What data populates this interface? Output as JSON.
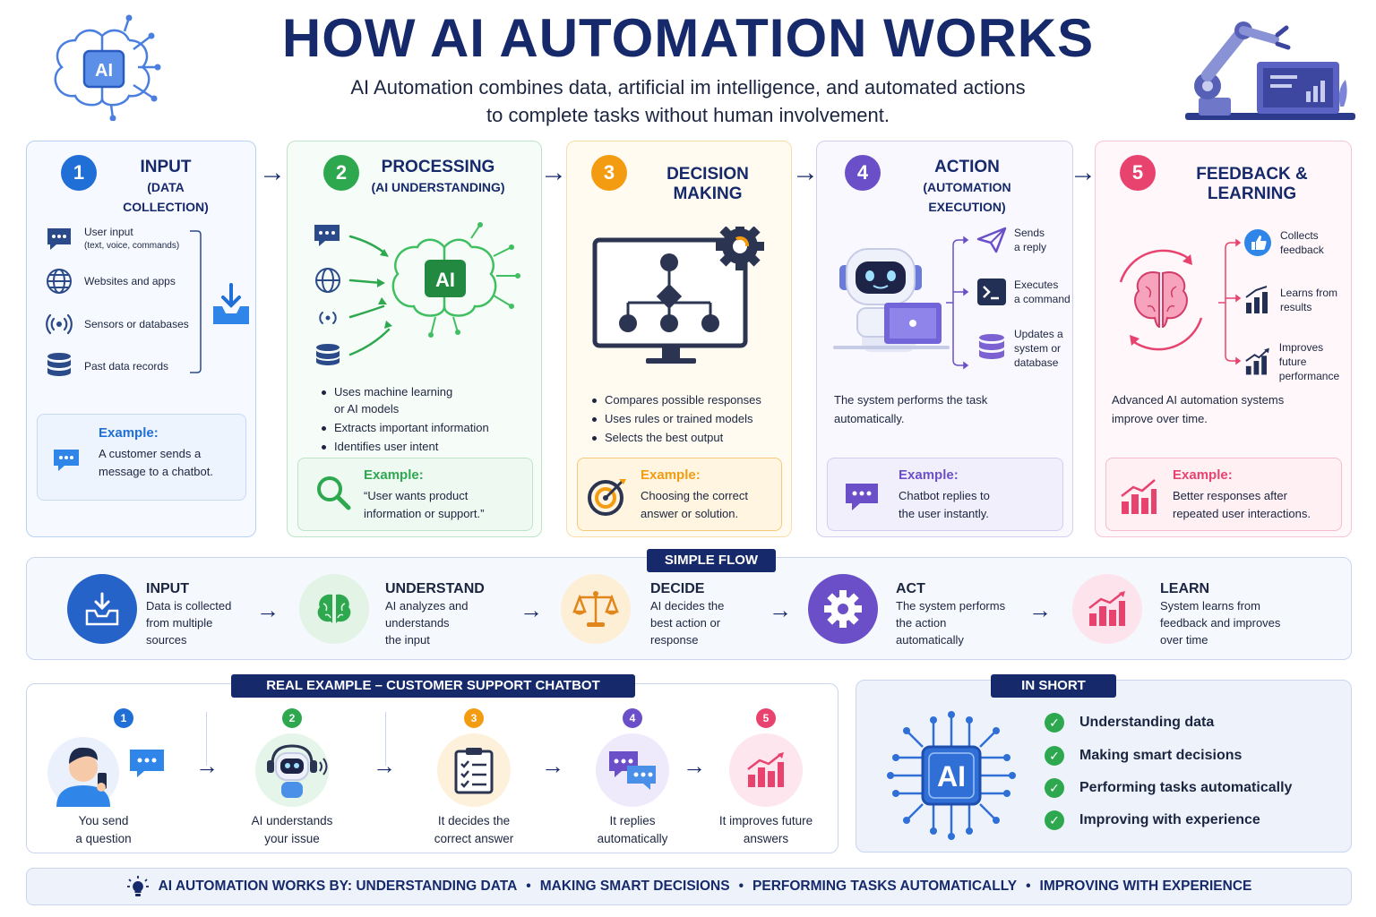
{
  "header": {
    "title": "HOW AI AUTOMATION WORKS",
    "subtitle_line1": "AI Automation combines data, artificial im intelligence, and automated actions",
    "subtitle_line2": "to complete tasks without human involvement.",
    "logo_icon": "ai-chip-brain-icon",
    "robot_icon": "robot-arm-laptop-icon"
  },
  "colors": {
    "navy": "#16296b",
    "blue": "#1f6fd6",
    "green": "#2ea84f",
    "orange": "#f39c12",
    "purple": "#6b4fc8",
    "pink": "#e8436f"
  },
  "steps": [
    {
      "number": "1",
      "title": "INPUT",
      "subtitle": "(DATA COLLECTION)",
      "items": [
        {
          "label": "User input",
          "sub": "(text, voice, commands)",
          "icon": "chat-icon"
        },
        {
          "label": "Websites and apps",
          "icon": "globe-icon"
        },
        {
          "label": "Sensors or databases",
          "icon": "sensor-icon"
        },
        {
          "label": "Past data records",
          "icon": "database-icon"
        }
      ],
      "example_heading": "Example:",
      "example_line1": "A customer sends a",
      "example_line2": "message to a chatbot."
    },
    {
      "number": "2",
      "title": "PROCESSING",
      "subtitle": "(AI UNDERSTANDING)",
      "bullets": [
        "Uses machine learning",
        "or AI models",
        "Extracts important information",
        "Identifies user intent"
      ],
      "example_heading": "Example:",
      "example_line1": "“User wants product",
      "example_line2": "information or support.”"
    },
    {
      "number": "3",
      "title": "DECISION MAKING",
      "bullets": [
        "Compares possible responses",
        "Uses rules or trained models",
        "Selects the best output"
      ],
      "example_heading": "Example:",
      "example_line1": "Choosing the correct",
      "example_line2": "answer or solution."
    },
    {
      "number": "4",
      "title": "ACTION",
      "subtitle": "(AUTOMATION EXECUTION)",
      "actions": [
        {
          "line1": "Sends",
          "line2": "a reply",
          "icon": "send-icon"
        },
        {
          "line1": "Executes",
          "line2": "a command",
          "icon": "terminal-icon"
        },
        {
          "line1": "Updates a",
          "line2": "system or",
          "line3": "database",
          "icon": "database-icon"
        }
      ],
      "text_line1": "The system performs the task",
      "text_line2": "automatically.",
      "example_heading": "Example:",
      "example_line1": "Chatbot replies to",
      "example_line2": "the user instantly."
    },
    {
      "number": "5",
      "title": "FEEDBACK & LEARNING",
      "actions": [
        {
          "line1": "Collects",
          "line2": "feedback",
          "icon": "thumbs-up-icon"
        },
        {
          "line1": "Learns from",
          "line2": "results",
          "icon": "bar-chart-icon"
        },
        {
          "line1": "Improves future",
          "line2": "performance",
          "icon": "growth-chart-icon"
        }
      ],
      "text_line1": "Advanced AI automation systems",
      "text_line2": "improve over time.",
      "example_heading": "Example:",
      "example_line1": "Better responses after",
      "example_line2": "repeated user interactions."
    }
  ],
  "simple_flow": {
    "tag": "SIMPLE FLOW",
    "items": [
      {
        "title": "INPUT",
        "l1": "Data is collected",
        "l2": "from multiple",
        "l3": "sources",
        "icon": "inbox-download-icon"
      },
      {
        "title": "UNDERSTAND",
        "l1": "AI analyzes and",
        "l2": "understands",
        "l3": "the input",
        "icon": "brain-icon"
      },
      {
        "title": "DECIDE",
        "l1": "AI decides the",
        "l2": "best action or",
        "l3": "response",
        "icon": "scales-icon"
      },
      {
        "title": "ACT",
        "l1": "The system performs",
        "l2": "the action",
        "l3": "automatically",
        "icon": "gear-icon"
      },
      {
        "title": "LEARN",
        "l1": "System learns from",
        "l2": "feedback and improves",
        "l3": "over time",
        "icon": "growth-chart-icon"
      }
    ]
  },
  "real_example": {
    "tag": "REAL EXAMPLE – CUSTOMER SUPPORT CHATBOT",
    "items": [
      {
        "num": "1",
        "l1": "You send",
        "l2": "a question",
        "icon": "person-phone-icon"
      },
      {
        "num": "2",
        "l1": "AI understands",
        "l2": "your issue",
        "icon": "robot-headset-icon"
      },
      {
        "num": "3",
        "l1": "It decides the",
        "l2": "correct answer",
        "icon": "clipboard-checklist-icon"
      },
      {
        "num": "4",
        "l1": "It replies",
        "l2": "automatically",
        "icon": "chat-bubbles-icon"
      },
      {
        "num": "5",
        "l1": "It improves future",
        "l2": "answers",
        "icon": "growth-chart-icon"
      }
    ]
  },
  "in_short": {
    "tag": "IN SHORT",
    "items": [
      "Understanding data",
      "Making smart decisions",
      "Performing tasks automatically",
      "Improving with experience"
    ]
  },
  "footer": {
    "lead": "AI AUTOMATION WORKS BY: UNDERSTANDING DATA",
    "p2": "MAKING SMART DECISIONS",
    "p3": "PERFORMING TASKS AUTOMATICALLY",
    "p4": "IMPROVING WITH EXPERIENCE",
    "icon": "lightbulb-icon"
  }
}
